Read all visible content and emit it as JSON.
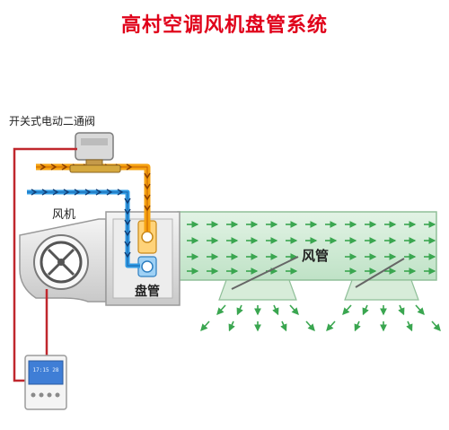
{
  "title": "高村空调风机盘管系统",
  "labels": {
    "valve": "开关式电动二通阀",
    "fan": "风机",
    "coil": "盘管",
    "duct": "风管"
  },
  "thermostat": {
    "display": "17:15 28"
  },
  "colors": {
    "title": "#e0001a",
    "hot_pipe": "#f6a312",
    "cold_pipe": "#2f9ce6",
    "wire": "#c0272d",
    "duct_fill": "#cde9d2",
    "duct_stroke": "#8fbf98",
    "arrow": "#3aa650",
    "unit_body": "#e6e6e6"
  }
}
